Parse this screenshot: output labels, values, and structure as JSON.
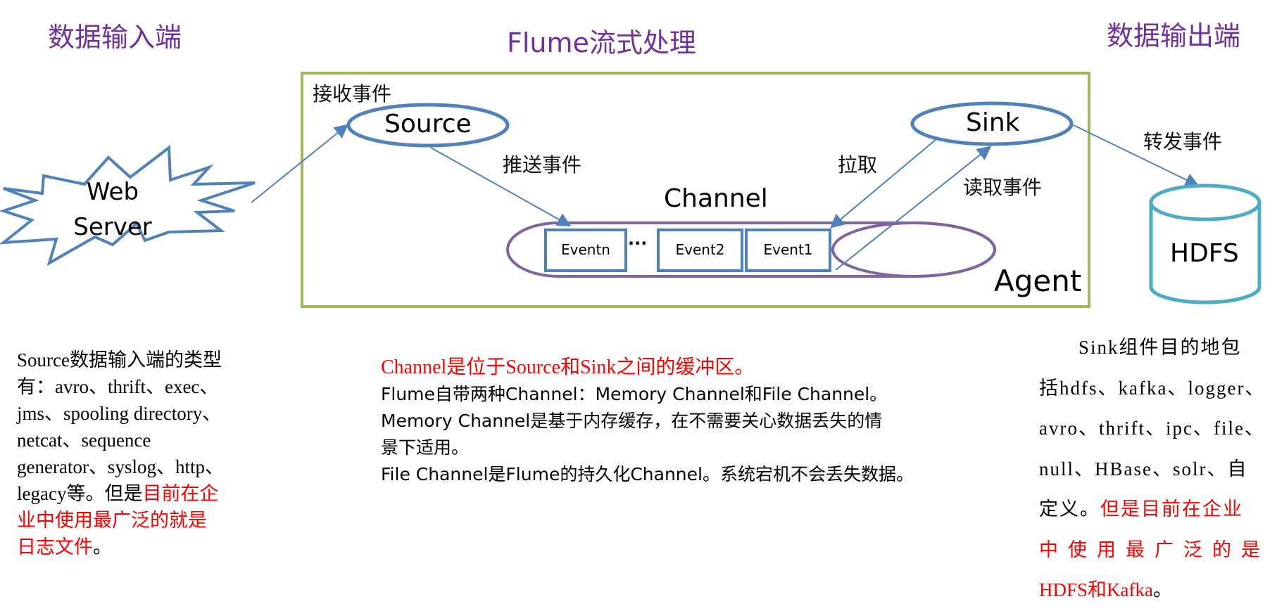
{
  "headings": {
    "input": "数据输入端",
    "title": "Flume流式处理",
    "output": "数据输出端"
  },
  "diagram": {
    "web_server": [
      "Web",
      "Server"
    ],
    "agent_label": "Agent",
    "receive_label": "接收事件",
    "source_label": "Source",
    "push_label": "推送事件",
    "channel_label": "Channel",
    "events": [
      "Eventn",
      "Event2",
      "Event1"
    ],
    "ellipsis": "···",
    "pull_label": "拉取",
    "read_label": "读取事件",
    "sink_label": "Sink",
    "forward_label": "转发事件",
    "hdfs_label": "HDFS",
    "colors": {
      "heading": "#7030a0",
      "agent_border": "#9bbb59",
      "node_border": "#4f81bd",
      "channel_border": "#8064a2",
      "hdfs_border": "#4bacc6",
      "highlight_text": "#ff0000"
    }
  },
  "notes": {
    "source": {
      "lines": [
        "Source数据输入端的类型",
        "有：avro、thrift、exec、",
        "jms、spooling directory、",
        "netcat、sequence",
        "generator、syslog、http、"
      ],
      "line6_black": "legacy等。但是",
      "line6_red": "目前在企",
      "red_lines": [
        "业中使用最广泛的就是",
        "日志文件"
      ],
      "end": "。"
    },
    "channel": {
      "red_line": "Channel是位于Source和Sink之间的缓冲区。",
      "lines": [
        "Flume自带两种Channel：Memory Channel和File Channel。",
        "Memory Channel是基于内存缓存，在不需要关心数据丢失的情",
        "景下适用。",
        "File Channel是Flume的持久化Channel。系统宕机不会丢失数据。"
      ]
    },
    "sink": {
      "lines": [
        "Sink组件目的地包",
        "括hdfs、kafka、logger、",
        "avro、thrift、ipc、file、",
        "null、HBase、solr、自"
      ],
      "line5_black": "定义。",
      "line5_red": "但是目前在企业",
      "red_lines": [
        "中使用最广泛的是",
        "HDFS和Kafka"
      ],
      "end": "。"
    }
  }
}
